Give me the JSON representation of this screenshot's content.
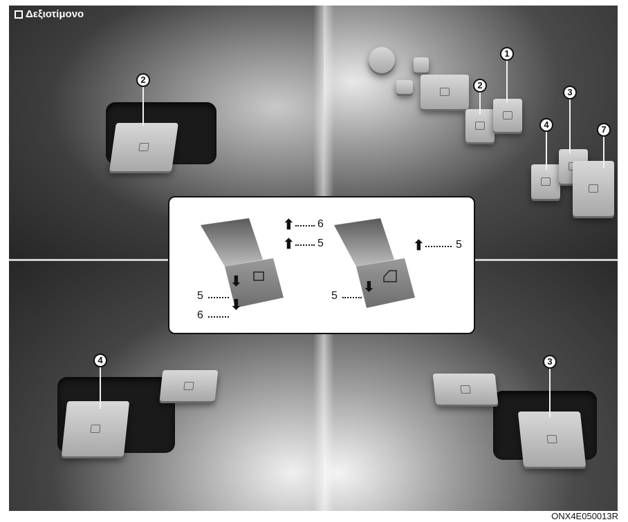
{
  "header": {
    "title": "Δεξιοτίμονο"
  },
  "callouts": {
    "tl_2": "2",
    "tr_1": "1",
    "tr_2": "2",
    "tr_3": "3",
    "tr_4": "4",
    "tr_7": "7",
    "bl_4": "4",
    "br_3": "3"
  },
  "inset": {
    "left_up_6": "6",
    "left_up_5": "5",
    "left_down_5": "5",
    "left_down_6": "6",
    "right_up_5": "5",
    "right_down_5": "5"
  },
  "figure_code": "ONX4E050013R"
}
